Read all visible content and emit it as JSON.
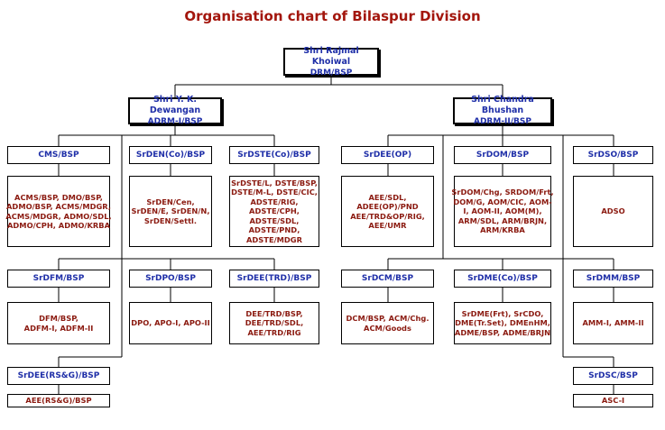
{
  "title": "Organisation chart of Bilaspur Division",
  "colors": {
    "title": "#a3160d",
    "heading_text": "#1f2fa8",
    "post_text": "#8b1a10",
    "lines": "#000000"
  },
  "drm": {
    "name": "Shri Rajmal Khoiwal",
    "designation": "DRM/BSP"
  },
  "adrm1": {
    "name": "Shri Y. K. Dewangan",
    "designation": "ADRM-I/BSP"
  },
  "adrm2": {
    "name": "Shri Chandra Bhushan",
    "designation": "ADRM-II/BSP"
  },
  "cms": {
    "head": "CMS/BSP",
    "posts": [
      "ACMS/BSP, DMO/BSP,",
      "ADMO/BSP, ACMS/MDGR,",
      "ACMS/MDGR, ADMO/SDL,",
      "ADMO/CPH, ADMO/KRBA"
    ]
  },
  "srden": {
    "head": "SrDEN(Co)/BSP",
    "posts": [
      "SrDEN/Cen,",
      "SrDEN/E, SrDEN/N,",
      "SrDEN/Settl."
    ]
  },
  "srdste": {
    "head": "SrDSTE(Co)/BSP",
    "posts": [
      "SrDSTE/L, DSTE/BSP,",
      "DSTE/M-L, DSTE/CIC,",
      "ADSTE/RIG,",
      "ADSTE/CPH,",
      "ADSTE/SDL,",
      "ADSTE/PND,",
      "ADSTE/MDGR"
    ]
  },
  "srdeeop": {
    "head": "SrDEE(OP)",
    "posts": [
      "AEE/SDL,",
      "ADEE(OP)/PND",
      "AEE/TRD&OP/RIG,",
      "AEE/UMR"
    ]
  },
  "srdom": {
    "head": "SrDOM/BSP",
    "posts": [
      "SrDOM/Chg, SRDOM/Frt,",
      "DOM/G, AOM/CIC, AOM-",
      "I, AOM-II, AOM(M),",
      "ARM/SDL, ARM/BRJN,",
      "ARM/KRBA"
    ]
  },
  "srdso": {
    "head": "SrDSO/BSP",
    "posts": [
      "ADSO"
    ]
  },
  "srdfm": {
    "head": "SrDFM/BSP",
    "posts": [
      "DFM/BSP,",
      "ADFM-I, ADFM-II"
    ]
  },
  "srdpo": {
    "head": "SrDPO/BSP",
    "posts": [
      "DPO, APO-I, APO-II"
    ]
  },
  "srdeetrd": {
    "head": "SrDEE(TRD)/BSP",
    "posts": [
      "DEE/TRD/BSP,",
      "DEE/TRD/SDL,",
      "AEE/TRD/RIG"
    ]
  },
  "srdcm": {
    "head": "SrDCM/BSP",
    "posts": [
      "DCM/BSP, ACM/Chg.",
      "ACM/Goods"
    ]
  },
  "srdme": {
    "head": "SrDME(Co)/BSP",
    "posts": [
      "SrDME(Frt), SrCDO,",
      "DME(Tr.Set), DMEnHM,",
      "ADME/BSP, ADME/BRJN"
    ]
  },
  "srdmm": {
    "head": "SrDMM/BSP",
    "posts": [
      "AMM-I, AMM-II"
    ]
  },
  "srdeersg": {
    "head": "SrDEE(RS&G)/BSP",
    "posts": [
      "AEE(RS&G)/BSP"
    ]
  },
  "srdsc": {
    "head": "SrDSC/BSP",
    "posts": [
      "ASC-I"
    ]
  }
}
